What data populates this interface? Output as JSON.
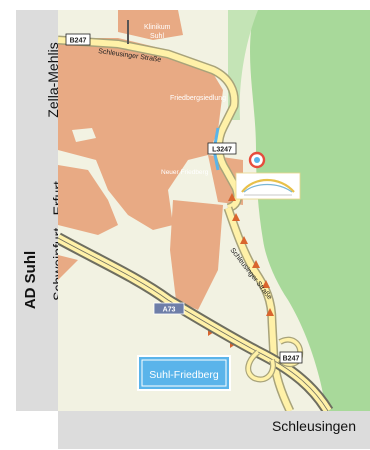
{
  "frame": {
    "left_top_label": "Zella-Mehlis",
    "left_bold_label": "AD Suhl",
    "left_bottom_label": "Schweinfurt - Erfurt",
    "bottom_right_label": "Schleusingen"
  },
  "map": {
    "places": {
      "klinikum": [
        "Klinikum",
        "Suhl"
      ],
      "friedberg_siedlung": "Friedbergsiedlung",
      "neuer_friedberg": "Neuer Friedberg"
    },
    "roads": {
      "b247_top_shield": "B247",
      "street_top": "Schleusinger Straße",
      "l3247_shield": "L3247",
      "street_right": "Schleusinger Straße",
      "a73_shield": "A73",
      "b247_bottom_shield": "B247"
    },
    "exit_sign": "Suhl-Friedberg",
    "colors": {
      "town_area": "#e8aa84",
      "forest": "#a8d99a",
      "land": "#f2f2e2",
      "road_fill": "#fff1a8",
      "road_casing": "#a8a37a",
      "shield_bg": "#ffffff",
      "exit_sign_bg": "#5ab4ea",
      "marker": "#e64c3c"
    },
    "icons": [
      "location-marker-icon",
      "company-logo",
      "direction-arrow-icon"
    ]
  }
}
